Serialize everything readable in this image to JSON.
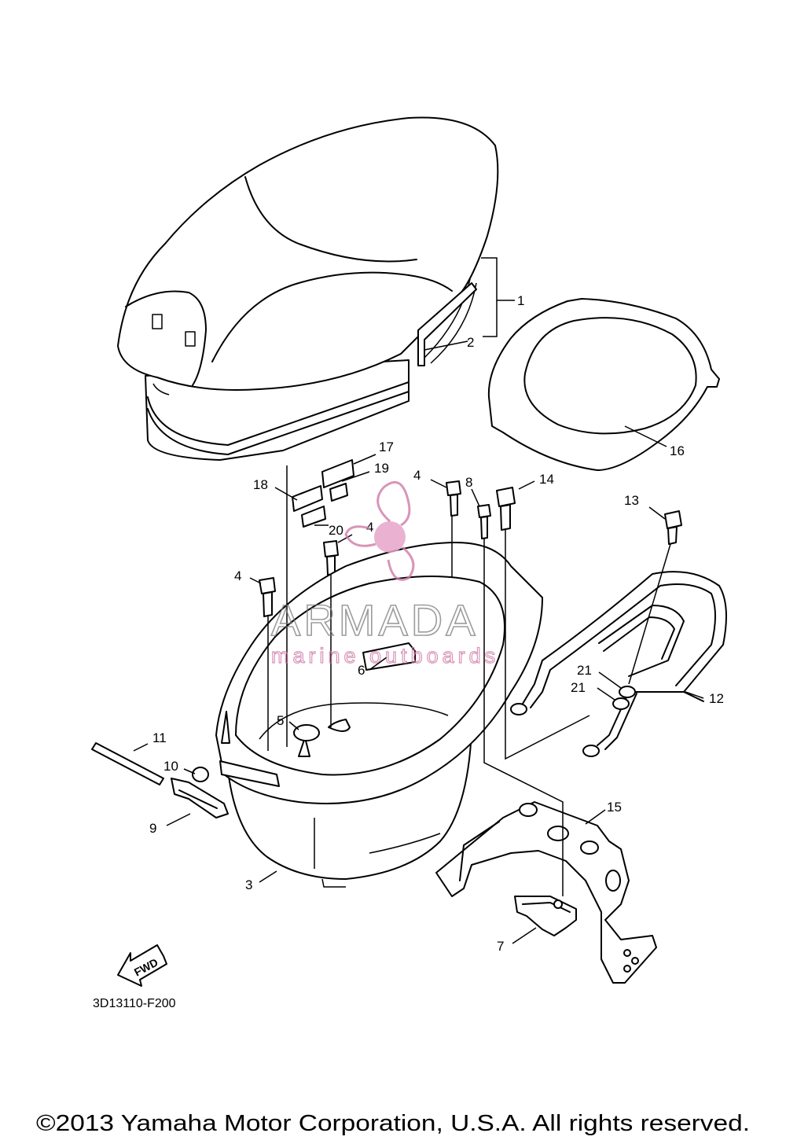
{
  "diagram": {
    "code": "3D13110-F200",
    "copyright": "©2013 Yamaha Motor Corporation, U.S.A. All rights reserved.",
    "direction_badge": "FWD",
    "watermark": {
      "brand": "ARMADA",
      "tagline": "marine outboards",
      "brand_color": "#7c7c7c",
      "accent_color": "#d07aa8"
    },
    "callouts": [
      {
        "id": "c1",
        "label": "1"
      },
      {
        "id": "c2",
        "label": "2"
      },
      {
        "id": "c16",
        "label": "16"
      },
      {
        "id": "c17",
        "label": "17"
      },
      {
        "id": "c19",
        "label": "19"
      },
      {
        "id": "c18",
        "label": "18"
      },
      {
        "id": "c20",
        "label": "20"
      },
      {
        "id": "c4a",
        "label": "4"
      },
      {
        "id": "c8",
        "label": "8"
      },
      {
        "id": "c14",
        "label": "14"
      },
      {
        "id": "c13",
        "label": "13"
      },
      {
        "id": "c4b",
        "label": "4"
      },
      {
        "id": "c4c",
        "label": "4"
      },
      {
        "id": "c6",
        "label": "6"
      },
      {
        "id": "c21a",
        "label": "21"
      },
      {
        "id": "c21b",
        "label": "21"
      },
      {
        "id": "c12",
        "label": "12"
      },
      {
        "id": "c5",
        "label": "5"
      },
      {
        "id": "c11",
        "label": "11"
      },
      {
        "id": "c10",
        "label": "10"
      },
      {
        "id": "c9",
        "label": "9"
      },
      {
        "id": "c15",
        "label": "15"
      },
      {
        "id": "c3",
        "label": "3"
      },
      {
        "id": "c7",
        "label": "7"
      }
    ]
  }
}
